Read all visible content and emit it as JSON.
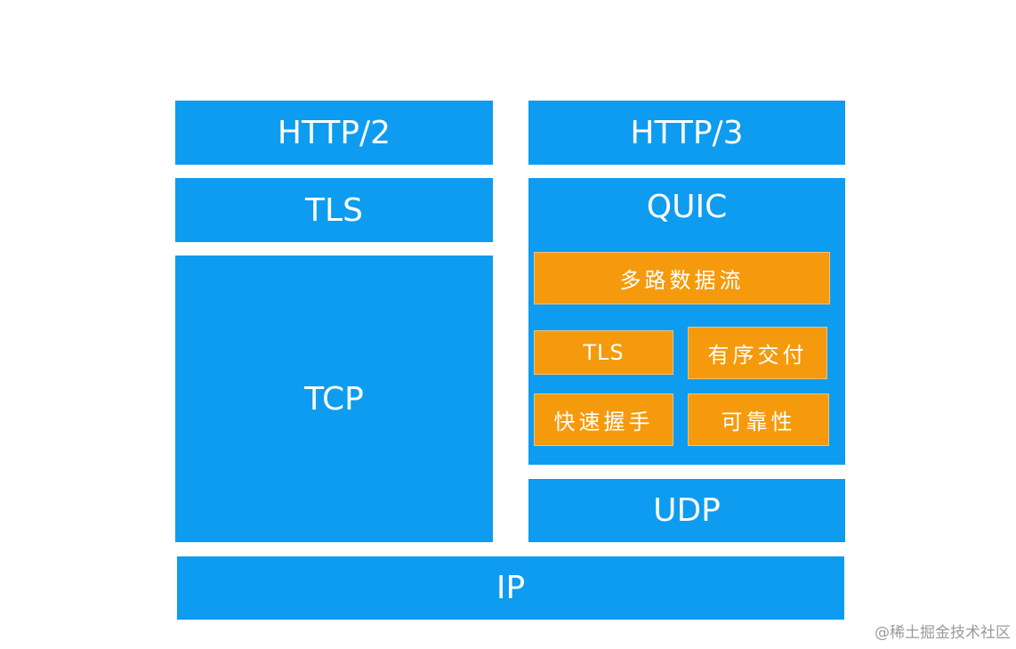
{
  "left_stack": {
    "http2": "HTTP/2",
    "tls": "TLS",
    "tcp": "TCP"
  },
  "right_stack": {
    "http3": "HTTP/3",
    "quic": {
      "title": "QUIC",
      "features": {
        "multiplexing": "多路数据流",
        "tls": "TLS",
        "ordered_delivery": "有序交付",
        "fast_handshake": "快速握手",
        "reliability": "可靠性"
      }
    },
    "udp": "UDP"
  },
  "ip": "IP",
  "watermark": "@稀土掘金技术社区",
  "colors": {
    "layer_blue": "#0d9cf0",
    "feature_orange": "#f59a0c"
  }
}
